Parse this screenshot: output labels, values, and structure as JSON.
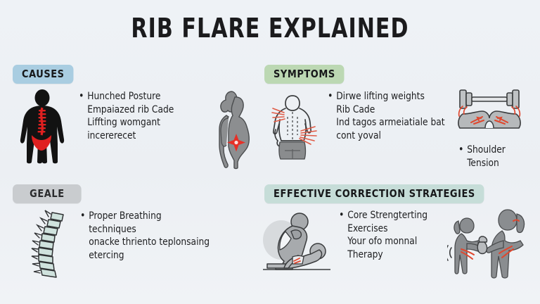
{
  "poster": {
    "title": "RIB FLARE EXPLAINED",
    "background_color": "#eef2f6",
    "text_color": "#1d1e20"
  },
  "sections": [
    {
      "key": "causes",
      "badge_label": "CAUSES",
      "badge_color": "#a9cde1",
      "bullets": [
        "Hunched Posture",
        "Empaiazed rib Cade",
        "Liffting womgant",
        "incererecet"
      ],
      "left_art": "spine-pain-silhouette-icon",
      "right_art": "pregnant-woman-silhouette-icon"
    },
    {
      "key": "symptoms",
      "badge_label": "SYMPTOMS",
      "badge_color": "#bcd8b3",
      "bullets": [
        "Dirwe lifting weights",
        "Rib Cade",
        "Ind tagos armeiatiale bat",
        "cont yoval"
      ],
      "side_bullet": [
        "Shoulder",
        "Tension"
      ],
      "left_art": "back-pain-person-icon",
      "right_art": "dumbbell-shoulder-pain-icon"
    },
    {
      "key": "geale",
      "badge_label": "GEALE",
      "badge_color": "#c9cccf",
      "bullets": [
        "Proper Breathing",
        "techniques",
        "onacke thriento teplonsaing",
        "etercing"
      ],
      "left_art": "curved-spine-icon"
    },
    {
      "key": "strategies",
      "badge_label": "EFFECTIVE CORRECTION STRATEGIES",
      "badge_color": "#c6ddd8",
      "bullets": [
        "Core Strengterting",
        "Exercises",
        "Your  ofo monnal",
        "Therapy"
      ],
      "left_art": "physical-therapy-session-icon",
      "right_art": "adult-child-rib-exercise-icon"
    }
  ]
}
